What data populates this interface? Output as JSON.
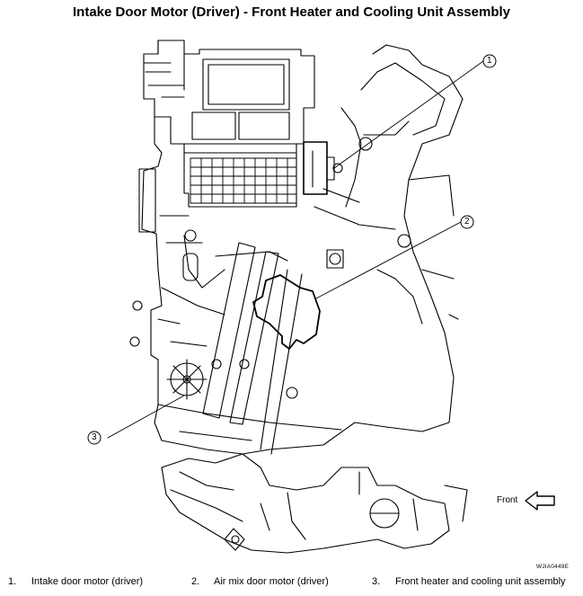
{
  "title": "Intake Door Motor (Driver) - Front Heater and Cooling Unit Assembly",
  "callouts": [
    {
      "number": "1",
      "label": "Intake door motor (driver)"
    },
    {
      "number": "2",
      "label": "Air mix door motor (driver)"
    },
    {
      "number": "3",
      "label": "Front heater and cooling unit assembly"
    }
  ],
  "legend": [
    {
      "number": "1.",
      "label": "Intake door motor (driver)"
    },
    {
      "number": "2.",
      "label": "Air mix door motor (driver)"
    },
    {
      "number": "3.",
      "label": "Front heater and cooling unit assembly"
    }
  ],
  "front_label": "Front",
  "figure_code": "WJIA0449E"
}
